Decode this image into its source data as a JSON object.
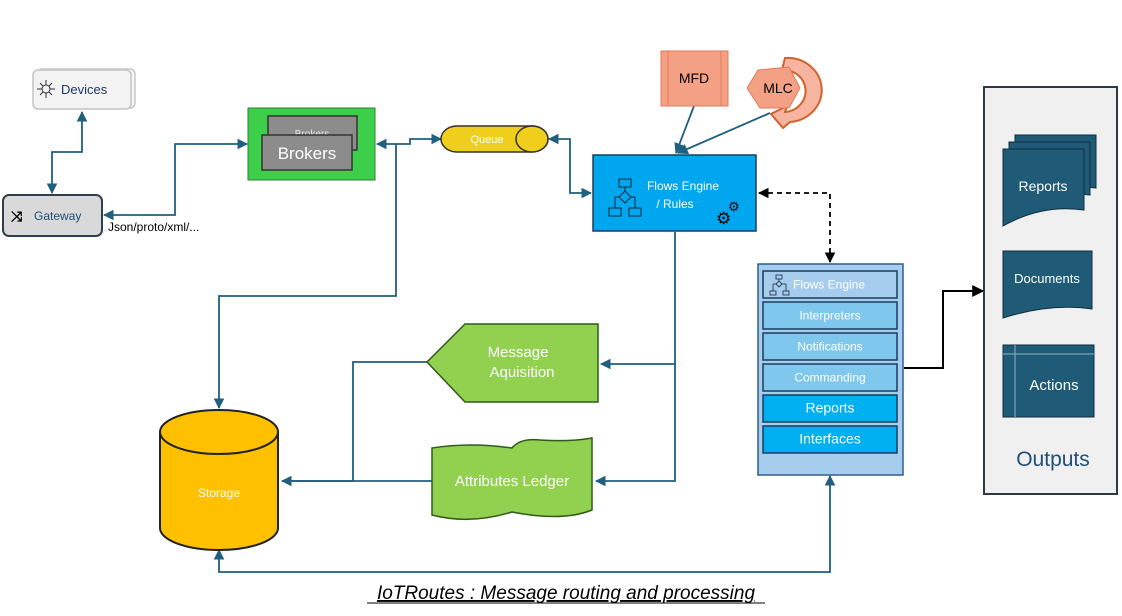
{
  "title": "IoTRoutes : Message routing and processing",
  "nodes": {
    "devices": "Devices",
    "gateway": "Gateway",
    "gateway_format": "Json/proto/xml/...",
    "brokers_back": "Brokers",
    "brokers_front": "Brokers",
    "queue": "Queue",
    "mfd": "MFD",
    "mlc": "MLC",
    "flows_engine_line1": "Flows Engine",
    "flows_engine_line2": "/ Rules",
    "message_acq_line1": "Message",
    "message_acq_line2": "Aquisition",
    "attributes_ledger": "Attributes Ledger",
    "storage": "Storage"
  },
  "stack": {
    "items": [
      "Flows Engine",
      "Interpreters",
      "Notifications",
      "Commanding",
      "Reports",
      "Interfaces"
    ]
  },
  "outputs": {
    "reports": "Reports",
    "documents": "Documents",
    "actions": "Actions",
    "label": "Outputs"
  },
  "colors": {
    "line": "#1f5f7f",
    "green_box": "#3ecf4a",
    "queue": "#f0cf1c",
    "flows_engine": "#00a6ee",
    "salmon": "#f4a085",
    "light_green": "#92d050",
    "storage": "#ffc000",
    "stack_bg": "#a7cdee",
    "stack_item_light": "#7fc7ec",
    "stack_item_bright": "#00b0f0",
    "output_dark": "#1f5a77",
    "outputs_bg": "#f0f0f0"
  }
}
